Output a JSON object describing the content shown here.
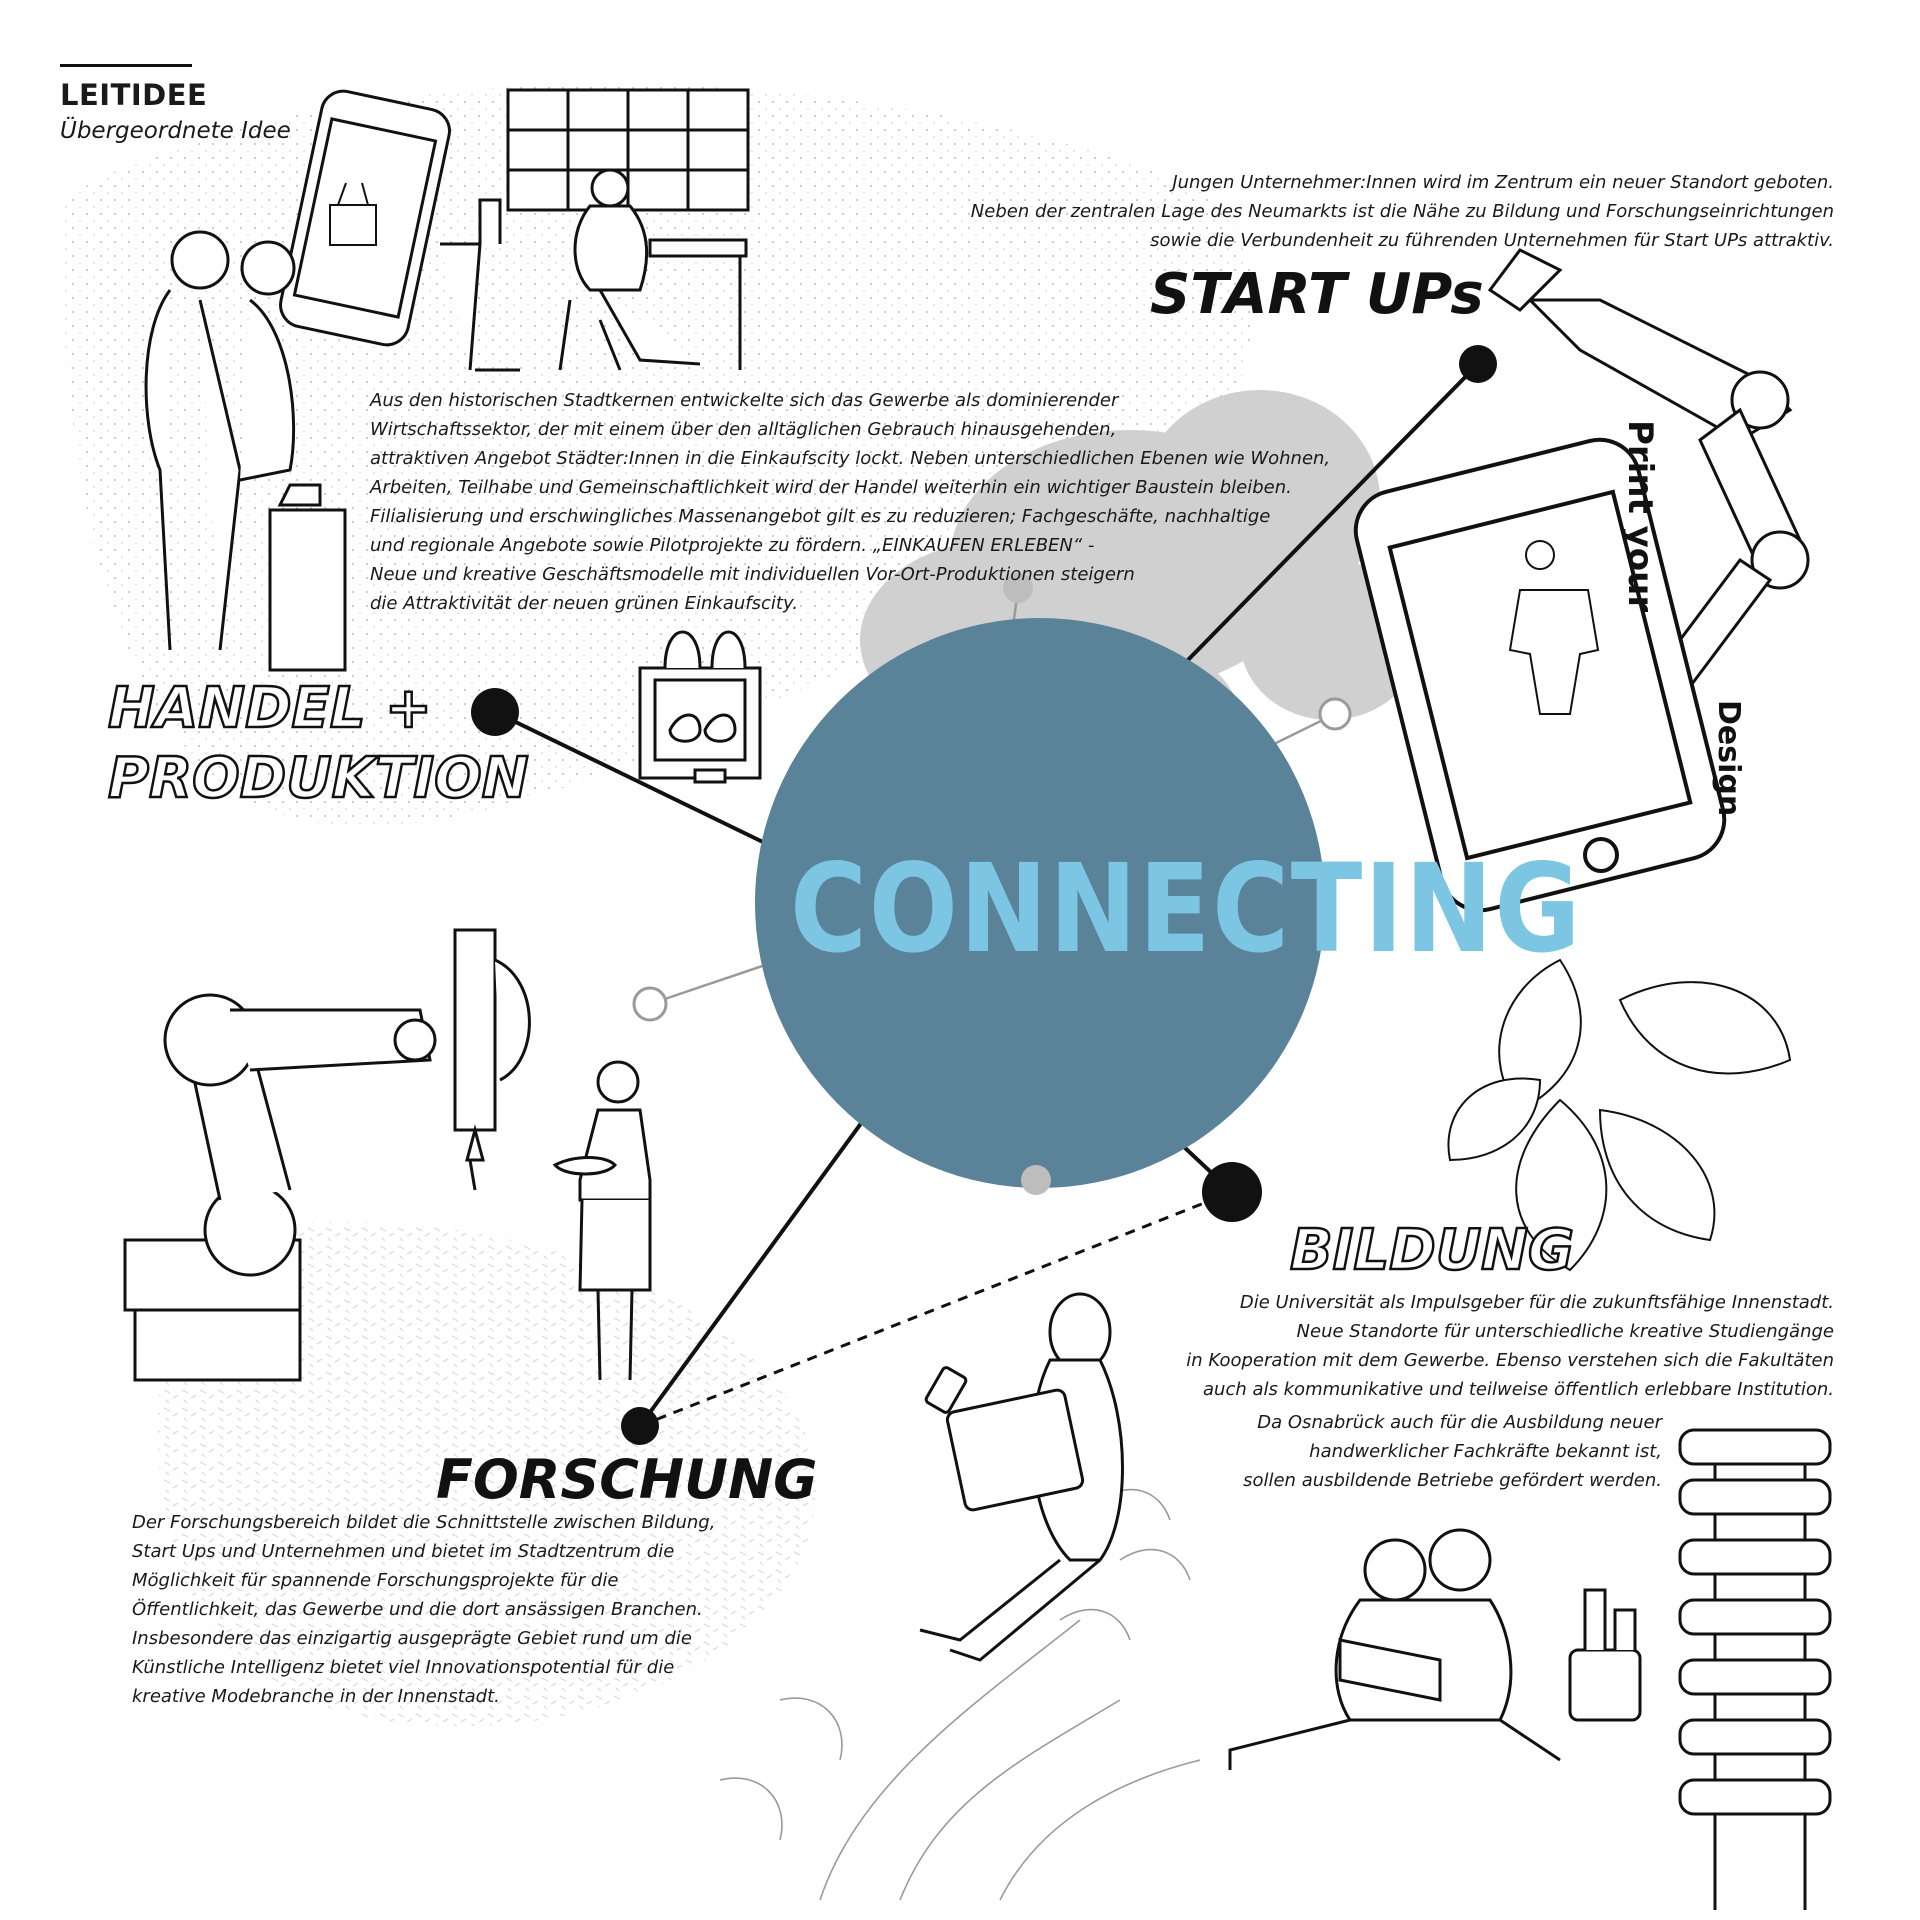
{
  "header": {
    "title": "LEITIDEE",
    "subtitle": "Übergeordnete Idee"
  },
  "center": {
    "label": "CONNECTING",
    "circle_color": "#5a8299",
    "text_color": "#7cc6e4"
  },
  "nodes": {
    "handel": {
      "line1": "HANDEL +",
      "line2": "PRODUKTION"
    },
    "startups": {
      "label": "START UPs"
    },
    "bildung": {
      "label": "BILDUNG"
    },
    "forschung": {
      "label": "FORSCHUNG"
    }
  },
  "phone_caption": {
    "part1": "Print your",
    "part2": "Design"
  },
  "texts": {
    "startups": [
      "Jungen Unternehmer:Innen wird im Zentrum ein neuer Standort geboten.",
      "Neben der zentralen Lage des Neumarkts ist die Nähe zu Bildung und Forschungseinrichtungen",
      "sowie die Verbundenheit zu führenden Unternehmen für Start UPs attraktiv."
    ],
    "handel": [
      "Aus den historischen Stadtkernen entwickelte sich das Gewerbe als dominierender",
      "Wirtschaftssektor, der mit einem  über den alltäglichen Gebrauch hinausgehenden,",
      "attraktiven Angebot Städter:Innen in die Einkaufscity lockt. Neben unterschiedlichen Ebenen wie Wohnen,",
      "Arbeiten, Teilhabe und Gemeinschaftlichkeit wird der Handel weiterhin ein wichtiger Baustein bleiben.",
      "Filialisierung und erschwingliches Massenangebot gilt es zu reduzieren; Fachgeschäfte, nachhaltige",
      "und regionale Angebote sowie Pilotprojekte zu fördern. „EINKAUFEN ERLEBEN“ -",
      "Neue und kreative Geschäftsmodelle mit individuellen Vor-Ort-Produktionen steigern",
      "die Attraktivität der neuen grünen Einkaufscity."
    ],
    "bildung": [
      "Die Universität als Impulsgeber für die zukunftsfähige Innenstadt.",
      "Neue Standorte für unterschiedliche kreative Studiengänge",
      "in Kooperation mit dem Gewerbe. Ebenso verstehen sich die Fakultäten",
      "auch als kommunikative und teilweise öffentlich erlebbare Institution."
    ],
    "bildung2": [
      "Da Osnabrück auch für die Ausbildung neuer",
      "handwerklicher Fachkräfte bekannt ist,",
      "sollen ausbildende Betriebe gefördert werden."
    ],
    "forschung": [
      "Der Forschungsbereich bildet die Schnittstelle zwischen Bildung,",
      "Start Ups und Unternehmen und bietet im Stadtzentrum die",
      "Möglichkeit für spannende Forschungsprojekte für die",
      "Öffentlichkeit, das Gewerbe und die dort ansässigen Branchen.",
      "Insbesondere das einzigartig ausgeprägte Gebiet rund um die",
      "Künstliche Intelligenz bietet viel Innovationspotential für die",
      "kreative Modebranche in der Innenstadt."
    ]
  }
}
